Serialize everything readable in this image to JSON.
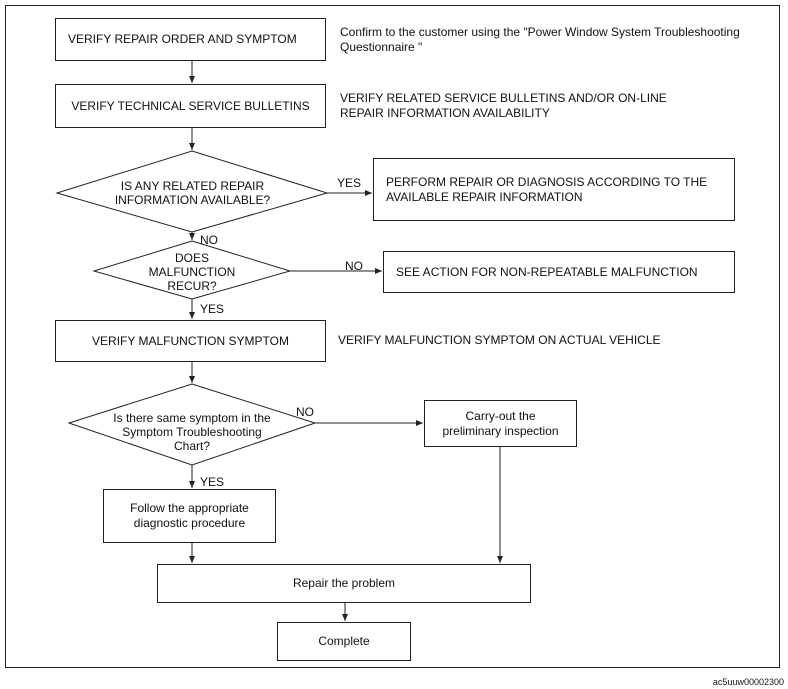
{
  "steps": {
    "verify_repair_order": "VERIFY REPAIR ORDER AND SYMPTOM",
    "verify_repair_order_note": "Confirm to the customer using the \"Power Window System Troubleshooting Questionnaire \"",
    "verify_tsb": "VERIFY TECHNICAL SERVICE BULLETINS",
    "verify_tsb_note": "VERIFY RELATED SERVICE BULLETINS AND/OR ON-LINE REPAIR INFORMATION AVAILABILITY",
    "decision_repair_info": "IS ANY RELATED REPAIR INFORMATION AVAILABLE?",
    "perform_repair": "PERFORM REPAIR OR DIAGNOSIS ACCORDING TO THE AVAILABLE REPAIR INFORMATION",
    "decision_recur": "DOES MALFUNCTION RECUR?",
    "non_repeatable": "SEE ACTION FOR NON-REPEATABLE MALFUNCTION",
    "verify_symptom": "VERIFY MALFUNCTION SYMPTOM",
    "verify_symptom_note": "VERIFY MALFUNCTION SYMPTOM ON ACTUAL VEHICLE",
    "decision_same_symptom": "Is there same symptom in the Symptom Troubleshooting Chart?",
    "preliminary": "Carry-out the preliminary inspection",
    "follow_procedure": "Follow the appropriate diagnostic procedure",
    "repair_problem": "Repair the problem",
    "complete": "Complete"
  },
  "labels": {
    "yes": "YES",
    "no": "NO"
  },
  "figure_code": "ac5uuw00002300"
}
